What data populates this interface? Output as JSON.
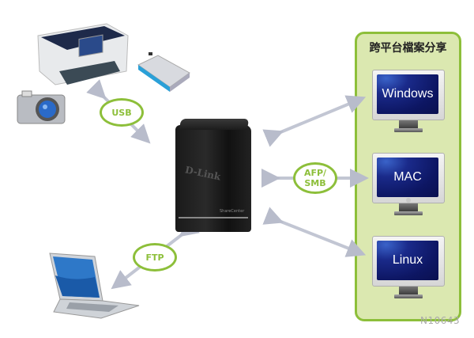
{
  "panel": {
    "title": "跨平台檔案分享",
    "platforms": [
      {
        "label": "Windows"
      },
      {
        "label": "MAC"
      },
      {
        "label": "Linux"
      }
    ]
  },
  "protocols": {
    "usb": "USB",
    "afp_smb_line1": "AFP/",
    "afp_smb_line2": "SMB",
    "ftp": "FTP"
  },
  "nas": {
    "brand": "D-Link",
    "model": "ShareCenter"
  },
  "devices": [
    "printer",
    "camera",
    "external-hard-drive",
    "laptop",
    "nas"
  ],
  "watermark": "N10643",
  "colors": {
    "accent_green": "#8dbf3a",
    "panel_fill": "#dbe8b0",
    "arrow_gray": "#b8bccb",
    "screen_blue": "#0d1663"
  }
}
